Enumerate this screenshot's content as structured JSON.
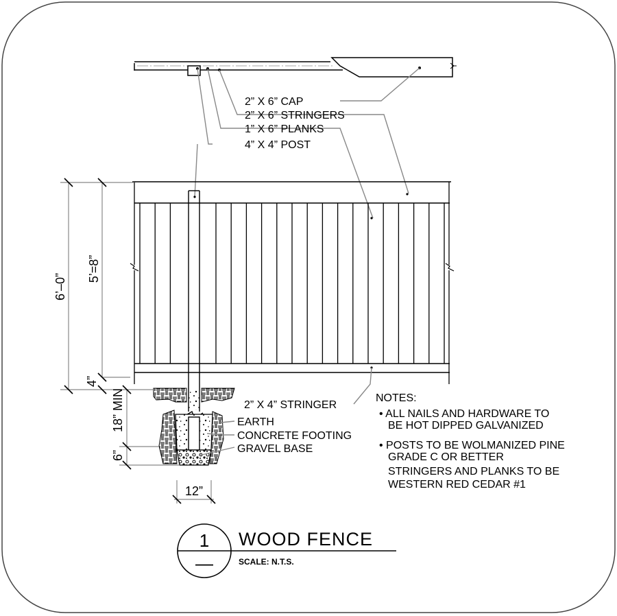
{
  "drawing": {
    "number": "1",
    "sheet": "—",
    "title": "WOOD FENCE",
    "scale": "SCALE: N.T.S."
  },
  "callouts": {
    "cap": "2” X 6” CAP",
    "stringers": "2” X 6” STRINGERS",
    "planks": "1” X 6” PLANKS",
    "post": "4” X 4” POST",
    "bottom_stringer": "2” X 4” STRINGER",
    "earth": "EARTH",
    "concrete": "CONCRETE FOOTING",
    "gravel": "GRAVEL BASE"
  },
  "dimensions": {
    "overall_height": "6’–0”",
    "plank_height": "5’=8”",
    "gap": "4”",
    "embed": "18” MIN",
    "gravel_depth": "6”",
    "footing_width": "12”"
  },
  "notes": {
    "heading": "NOTES:",
    "note1_line1": "• ALL NAILS AND HARDWARE TO",
    "note1_line2": "BE HOT DIPPED GALVANIZED",
    "note2_line1": "• POSTS TO BE WOLMANIZED PINE",
    "note2_line2": "GRADE C OR BETTER",
    "note2_line3": "STRINGERS AND PLANKS TO BE",
    "note2_line4": "WESTERN RED CEDAR #1"
  }
}
